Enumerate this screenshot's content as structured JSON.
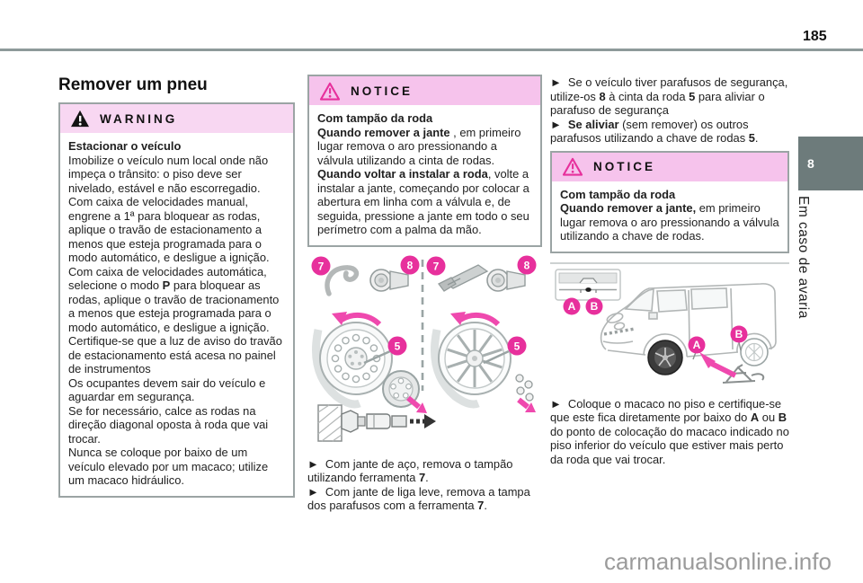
{
  "page": {
    "number": "185",
    "watermark": "carmanualsonline.info"
  },
  "side": {
    "tab": "8",
    "chapter": "Em caso de avaria"
  },
  "title": "Remover um pneu",
  "colors": {
    "accent_pink": "#e7309c",
    "warning_header_bg": "#f8d7f2",
    "notice_header_bg": "#f6c3ec",
    "box_border": "#9ba4a4",
    "tab_bg": "#6d7b7b",
    "rule": "#8e9a9a",
    "watermark_gray": "#9b9b9b"
  },
  "warning": {
    "label": "WARNING",
    "paragraphs": [
      [
        {
          "b": true,
          "t": "Estacionar o veículo"
        }
      ],
      [
        {
          "t": "Imobilize o veículo num local onde não impeça o trânsito: o piso deve ser nivelado, estável e não escorregadio."
        }
      ],
      [
        {
          "t": "Com caixa de velocidades manual, engrene a 1ª para bloquear as rodas, aplique o travão de estacionamento a menos que esteja programada para o modo automático, e desligue a ignição."
        }
      ],
      [
        {
          "t": "Com caixa de velocidades automática, selecione o modo "
        },
        {
          "b": true,
          "t": "P"
        },
        {
          "t": " para bloquear as rodas, aplique o travão de tracionamento a menos que esteja programada para o modo automático, e desligue a ignição."
        }
      ],
      [
        {
          "t": "Certifique-se que a luz de aviso do travão de estacionamento está acesa no painel de instrumentos"
        }
      ],
      [
        {
          "t": "Os ocupantes devem sair do veículo e aguardar em segurança."
        }
      ],
      [
        {
          "t": "Se for necessário, calce as rodas na direção diagonal oposta à roda que vai trocar."
        }
      ],
      [
        {
          "t": "Nunca se coloque por baixo de um veículo elevado por um macaco; utilize um macaco hidráulico."
        }
      ]
    ]
  },
  "notice_wheel_trim": {
    "label": "NOTICE",
    "paragraphs": [
      [
        {
          "b": true,
          "t": "Com tampão da roda"
        }
      ],
      [
        {
          "b": true,
          "t": "Quando remover a jante"
        },
        {
          "t": " , em primeiro lugar remova o aro pressionando a válvula utilizando a cinta de rodas."
        }
      ],
      [
        {
          "b": true,
          "t": "Quando voltar a instalar a roda"
        },
        {
          "t": ", volte a instalar a jante, começando por colocar a abertura em linha com a válvula e, de seguida, pressione a jante em todo o seu perímetro com a palma da mão."
        }
      ]
    ]
  },
  "bullets_mid": [
    [
      {
        "t": "►  Com jante de aço, remova o tampão utilizando ferramenta "
      },
      {
        "b": true,
        "t": "7"
      },
      {
        "t": "."
      }
    ],
    [
      {
        "t": "►  Com jante de liga leve, remova a tampa dos parafusos com a ferramenta "
      },
      {
        "b": true,
        "t": "7"
      },
      {
        "t": "."
      }
    ]
  ],
  "bullets_right_top": [
    [
      {
        "t": "►  Se o veículo tiver parafusos de segurança, utilize-os "
      },
      {
        "b": true,
        "t": "8"
      },
      {
        "t": " à cinta da roda "
      },
      {
        "b": true,
        "t": "5"
      },
      {
        "t": " para aliviar o parafuso de segurança"
      }
    ],
    [
      {
        "t": "►  "
      },
      {
        "b": true,
        "t": "Se aliviar"
      },
      {
        "t": " (sem remover) os outros parafusos utilizando a chave de rodas "
      },
      {
        "b": true,
        "t": "5"
      },
      {
        "t": "."
      }
    ]
  ],
  "notice_right": {
    "label": "NOTICE",
    "paragraphs": [
      [
        {
          "b": true,
          "t": "Com tampão da roda"
        }
      ],
      [
        {
          "b": true,
          "t": "Quando remover a jante,"
        },
        {
          "t": " em primeiro lugar remova o aro pressionando a válvula utilizando a chave de rodas."
        }
      ]
    ]
  },
  "bullet_jack": [
    [
      {
        "t": "►  Coloque o macaco no piso e certifique-se que este fica diretamente por baixo do "
      },
      {
        "b": true,
        "t": "A"
      },
      {
        "t": " ou "
      },
      {
        "b": true,
        "t": "B"
      },
      {
        "t": " do ponto de colocação do macaco indicado no piso inferior do veículo que estiver mais perto da roda que vai trocar."
      }
    ]
  ],
  "figures": {
    "wheel": {
      "markers": {
        "m7l": "7",
        "m8l": "8",
        "m5l": "5",
        "m7r": "7",
        "m8r": "8",
        "m5r": "5"
      }
    },
    "van": {
      "markers": {
        "ia": "A",
        "ib": "B",
        "va": "A",
        "vb": "B"
      }
    }
  }
}
